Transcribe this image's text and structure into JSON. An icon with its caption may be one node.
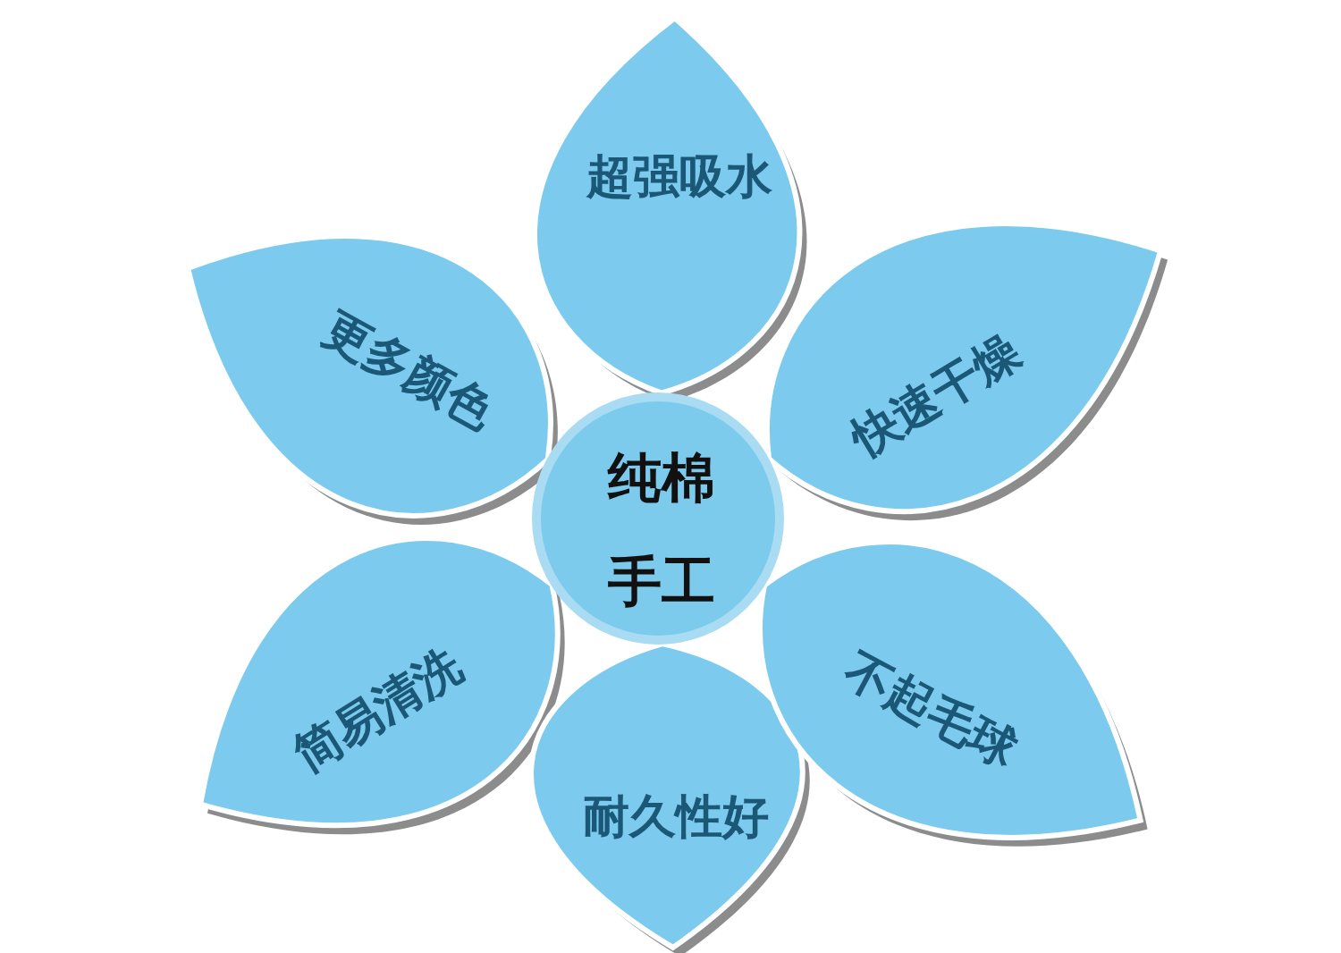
{
  "diagram": {
    "nodes": [
      {
        "text": [
          "超强吸水"
        ]
      },
      {
        "text": [
          "更多颜色"
        ]
      },
      {
        "text": [
          "快速干燥"
        ]
      },
      {
        "text": [
          "纯棉",
          "手工"
        ]
      },
      {
        "text": [
          "简易清洗"
        ]
      },
      {
        "text": [
          "不起毛球"
        ]
      },
      {
        "text": [
          "耐久性好"
        ]
      }
    ]
  }
}
